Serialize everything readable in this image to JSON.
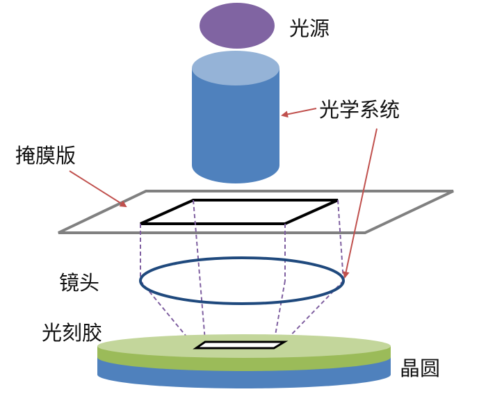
{
  "labels": {
    "light_source": "光源",
    "optical_system": "光学系统",
    "mask": "掩膜版",
    "lens": "镜头",
    "photoresist": "光刻胶",
    "wafer": "晶圆"
  },
  "colors": {
    "light_source": "#8064A2",
    "cylinder_body": "#4F81BD",
    "cylinder_top": "#95B3D7",
    "mask_frame": "#808080",
    "mask_pattern": "#000000",
    "lens": "#1F497D",
    "projection_lines": "#7F5FA0",
    "arrows": "#C0504D",
    "photoresist_top": "#C3D69B",
    "photoresist_side": "#9BBB59",
    "wafer_side": "#4F81BD"
  }
}
